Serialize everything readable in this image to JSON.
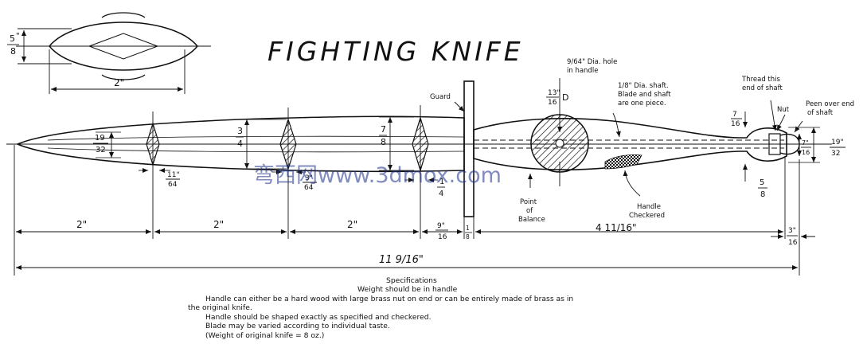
{
  "title": "FIGHTING KNIFE",
  "cross_section": {
    "height_num": "5",
    "height_den": "8",
    "height_mark": "\"",
    "width": "2\""
  },
  "labels": {
    "hole": [
      "9/64\" Dia. hole",
      "in handle"
    ],
    "shaft": [
      "1/8\" Dia. shaft.",
      "Blade and shaft",
      "are one piece."
    ],
    "thread": [
      "Thread this",
      "end of shaft"
    ],
    "nut": "Nut",
    "peen": [
      "Peen over end",
      "of shaft"
    ],
    "guard": "Guard",
    "balance": [
      "Point",
      "of",
      "Balance"
    ],
    "checkered": [
      "Handle",
      "Checkered"
    ],
    "diam_d": "D"
  },
  "fractions": {
    "f19_32": {
      "num": "19",
      "den": "32"
    },
    "f3_4": {
      "num": "3",
      "den": "4"
    },
    "f7_8": {
      "num": "7",
      "den": "8"
    },
    "f11_64": {
      "num": "11\"",
      "den": "64"
    },
    "f3_64": {
      "num": "3\"",
      "den": "64"
    },
    "f1_4": {
      "num": "1",
      "den": "4"
    },
    "f13_16": {
      "num": "13\"",
      "den": "16"
    },
    "f7_16a": {
      "num": "7",
      "den": "16"
    },
    "f7_16b": {
      "num": "7\"",
      "den": "16"
    },
    "f19_32b": {
      "num": "19\"",
      "den": "32"
    },
    "f5_8": {
      "num": "5",
      "den": "8"
    },
    "f9_16": {
      "num": "9\"",
      "den": "16"
    },
    "f3_16": {
      "num": "3\"",
      "den": "16"
    },
    "f1_8": {
      "num": "1",
      "den": "8"
    }
  },
  "dimensions": {
    "seg1": "2\"",
    "seg2": "2\"",
    "seg3": "2\"",
    "handle_len": "4 11/16\"",
    "total": "11 9/16\""
  },
  "watermark": "弯西网www.3dmox.com",
  "specifications": [
    "Specifications",
    "Weight should be in handle",
    "Handle can either be a hard wood with large brass nut on end or can be entirely made of brass as in",
    "the original knife.",
    "Handle should be shaped exactly as specified and checkered.",
    "Blade may be varied according to individual taste.",
    "(Weight of original knife = 8 oz.)"
  ]
}
